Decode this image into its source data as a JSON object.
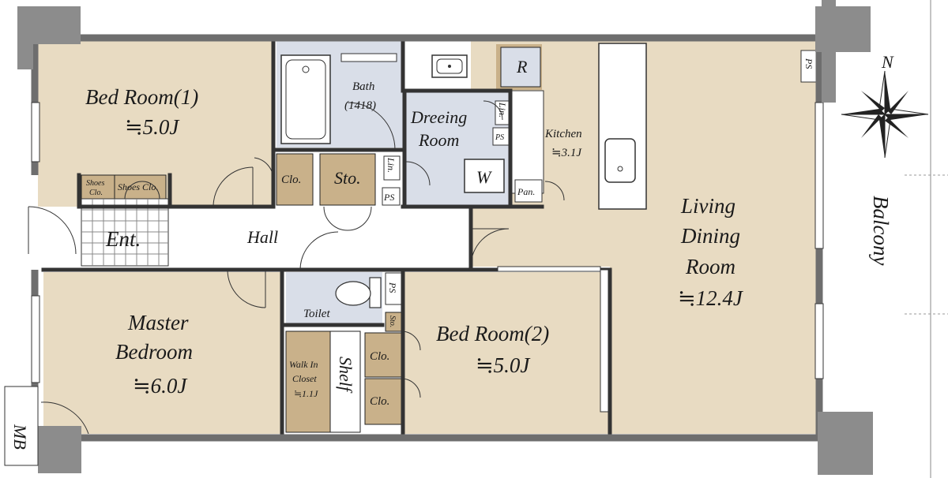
{
  "rooms": {
    "bed1": {
      "name": "Bed Room(1)",
      "size": "≒5.0J"
    },
    "bed2": {
      "name": "Bed Room(2)",
      "size": "≒5.0J"
    },
    "master": {
      "line1": "Master",
      "line2": "Bedroom",
      "size": "≒6.0J"
    },
    "ldk": {
      "line1": "Living",
      "line2": "Dining",
      "line3": "Room",
      "size": "≒12.4J"
    },
    "kitchen": {
      "name": "Kitchen",
      "size": "≒3.1J"
    },
    "bath": {
      "name": "Bath",
      "spec": "(1418)"
    },
    "dressing": {
      "line1": "Dreeing",
      "line2": "Room"
    },
    "toilet": {
      "name": "Toilet"
    },
    "hall": {
      "name": "Hall"
    },
    "entrance": {
      "name": "Ent."
    },
    "walkin": {
      "line1": "Walk In",
      "line2": "Closet",
      "size": "≒1.1J"
    },
    "shelf": {
      "name": "Shelf"
    },
    "balcony": {
      "name": "Balcony"
    }
  },
  "labels": {
    "clo": "Clo.",
    "sto": "Sto.",
    "sto_small": "Sto.",
    "lin": "Lin.",
    "ps": "PS",
    "pan": "Pan.",
    "washer": "W",
    "fridge": "R",
    "mb": "MB",
    "shoes_clo": "Shoes Clo.",
    "shoes_clo_a": "Shoes",
    "shoes_clo_b": "Clo.",
    "north": "N"
  },
  "colors": {
    "floor": "#e8dbc2",
    "storage": "#c9b18a",
    "wet": "#d9dee8",
    "tile": "#ffffff",
    "wall": "#6e6e6e",
    "pillar": "#8c8c8c",
    "balcony": "#ffffff",
    "line": "#222222"
  }
}
